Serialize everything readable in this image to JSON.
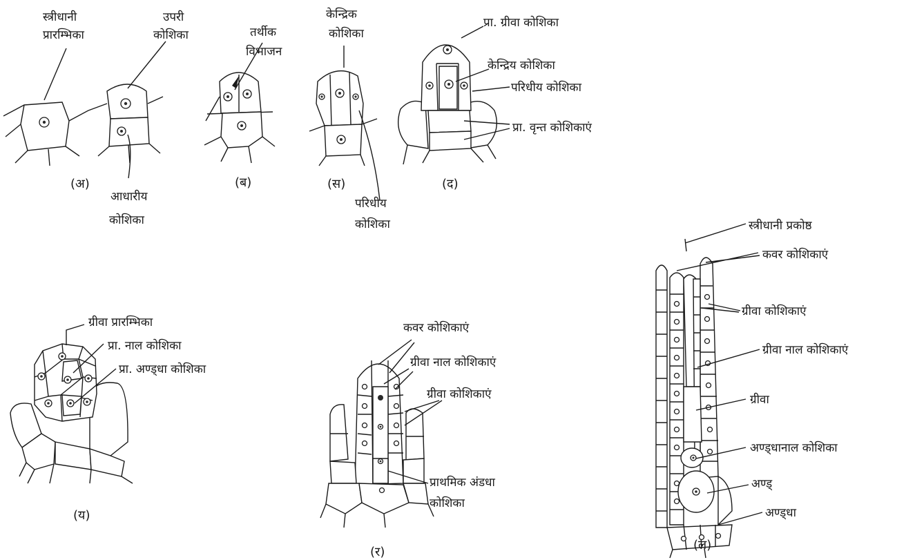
{
  "figures": {
    "a": {
      "caption": "(अ)",
      "labels": [
        "स्त्रीधानी",
        "प्रारम्भिका",
        "उपरी",
        "कोशिका",
        "आधारीय",
        "कोशिका"
      ]
    },
    "b": {
      "caption": "(ब)",
      "labels": [
        "तर्थीक",
        "विभाजन"
      ]
    },
    "c": {
      "caption": "(स)",
      "labels": [
        "केन्द्रिक",
        "कोशिका",
        "परिधीय",
        "कोशिका"
      ]
    },
    "d": {
      "caption": "(द)",
      "labels": [
        "प्रा. ग्रीवा कोशिका",
        "केन्द्रिय कोशिका",
        "परिधीय कोशिका",
        "प्रा. वृन्त कोशिकाएं"
      ]
    },
    "e": {
      "caption": "(य)",
      "labels": [
        "ग्रीवा प्रारम्भिका",
        "प्रा. नाल कोशिका",
        "प्रा. अण्ड्धा कोशिका"
      ]
    },
    "f": {
      "caption": "(र)",
      "labels": [
        "कवर कोशिकाएं",
        "ग्रीवा नाल कोशिकाएं",
        "ग्रीवा कोशिकाएं",
        "प्राथमिक अंडधा",
        "कोशिका"
      ]
    },
    "g": {
      "caption": "(ल)",
      "labels": [
        "स्त्रीधानी प्रकोष्ठ",
        "कवर कोशिकाएं",
        "ग्रीवा कोशिकाएं",
        "ग्रीवा नाल कोशिकाएं",
        "ग्रीवा",
        "अण्ड्धानाल कोशिका",
        "अण्ड्",
        "अण्ड्धा"
      ]
    }
  }
}
